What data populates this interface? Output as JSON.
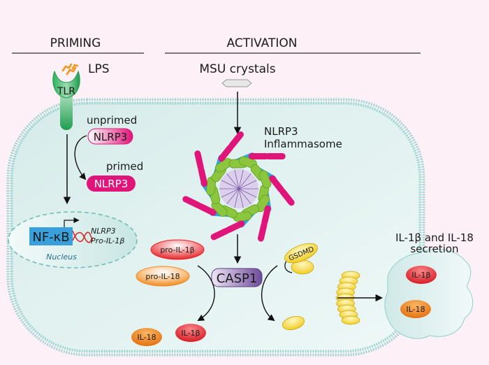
{
  "sections": {
    "priming": "PRIMING",
    "activation": "ACTIVATION"
  },
  "priming": {
    "ligand": "LPS",
    "receptor": "TLR",
    "unprimed_label": "unprimed",
    "unprimed_protein": "NLRP3",
    "primed_label": "primed",
    "primed_protein": "NLRP3",
    "transcription_factor": "NF-κB",
    "genes": [
      "NLRP3",
      "Pro-IL-1β"
    ],
    "nucleus_label": "Nucleus"
  },
  "activation": {
    "trigger": "MSU crystals",
    "complex_line1": "NLRP3",
    "complex_line2": "Inflammasome",
    "enzyme": "CASP1",
    "substrates": [
      "pro-IL-1β",
      "pro-IL-18"
    ],
    "products": [
      "IL-18",
      "IL-1β"
    ],
    "pore_protein": "GSDMD"
  },
  "secretion": {
    "title_line1": "IL-1β and IL-18",
    "title_line2": "secretion",
    "items": [
      "IL-1β",
      "IL-18"
    ]
  },
  "colors": {
    "background": "#fdf1f7",
    "cytoplasm": "#e3f2f1",
    "membrane": "#8fd0cc",
    "nlrp3_magenta": "#e0157a",
    "asc_green": "#8cc63f",
    "blue": "#29a9e0",
    "casp1_purple": "#7d5ba6",
    "tlr_green": "#1e9e4f",
    "il1b_red": "#e3262b",
    "il18_orange": "#f18a1f",
    "gsdmd_yellow": "#f5d63b",
    "lps_orange": "#f7941d",
    "nfkb_blue": "#3aa0dc"
  }
}
